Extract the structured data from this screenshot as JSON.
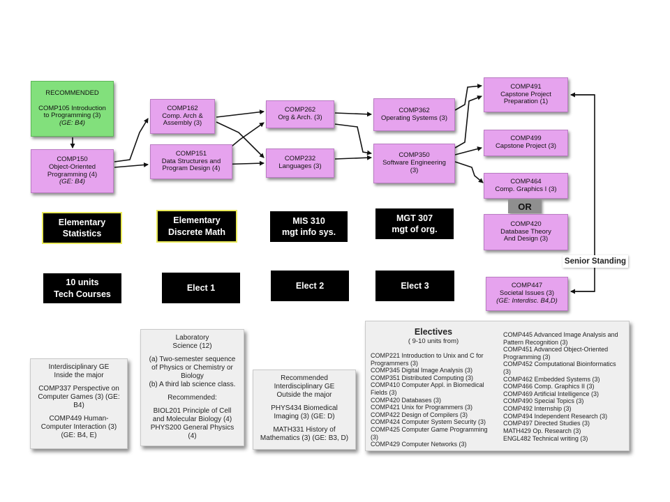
{
  "courses": {
    "recommended": [
      "RECOMMENDED",
      "",
      "COMP105 Introduction",
      "to Programming (3)",
      "(GE: B4)"
    ],
    "comp150": [
      "COMP150",
      "Object-Oriented",
      "Programming (4)",
      "(GE: B4)"
    ],
    "comp162": [
      "COMP162",
      "Comp. Arch &",
      "Assembly (3)"
    ],
    "comp151": [
      "COMP151",
      "Data Structures and",
      "Program Design (4)"
    ],
    "comp262": [
      "COMP262",
      "Org & Arch. (3)"
    ],
    "comp232": [
      "COMP232",
      "Languages (3)"
    ],
    "comp362": [
      "COMP362",
      "Operating Systems  (3)"
    ],
    "comp350": [
      "COMP350",
      "Software Engineering",
      "(3)"
    ],
    "comp491": [
      "COMP491",
      "Capstone Project",
      "Preparation (1)"
    ],
    "comp499": [
      "COMP499",
      "Capstone Project (3)"
    ],
    "comp464": [
      "COMP464",
      "Comp. Graphics I (3)"
    ],
    "comp420": [
      "COMP420",
      "Database Theory",
      "And Design (3)"
    ],
    "comp447": [
      "COMP447",
      "Societal Issues (3)",
      "(GE: Interdisc. B4,D)"
    ]
  },
  "or_label": "OR",
  "senior_standing": "Senior Standing",
  "requirements": {
    "stats": [
      "Elementary",
      "Statistics"
    ],
    "discrete": [
      "Elementary",
      "Discrete Math"
    ],
    "mis": [
      "MIS 310",
      "mgt info sys."
    ],
    "mgt": [
      "MGT 307",
      "mgt of org."
    ],
    "tech": [
      "10 units",
      "Tech Courses"
    ],
    "elect1": "Elect 1",
    "elect2": "Elect 2",
    "elect3": "Elect 3"
  },
  "panels": {
    "interdisc_in": [
      "Interdisciplinary GE",
      "Inside the major",
      "",
      "COMP337 Perspective on",
      "Computer Games (3) (GE:",
      "B4)",
      "",
      "COMP449 Human-",
      "Computer Interaction (3)",
      "(GE: B4, E)"
    ],
    "lab_science": [
      "Laboratory",
      "Science (12)",
      "",
      "(a) Two-semester sequence",
      "of Physics or Chemistry or",
      "Biology",
      "(b) A third lab science class.",
      "",
      "Recommended:",
      "",
      "BIOL201 Principle of Cell",
      "and Molecular Biology (4)",
      "PHYS200 General Physics",
      "(4)"
    ],
    "interdisc_out": [
      "Recommended",
      "Interdisciplinary GE",
      "Outside the major",
      "",
      "PHYS434 Biomedical",
      "Imaging (3)  (GE: D)",
      "",
      "MATH331 History of",
      "Mathematics (3) (GE: B3, D)"
    ]
  },
  "electives": {
    "title": "Electives",
    "subtitle": "( 9-10 units from)",
    "left": [
      "COMP221 Introduction to Unix and C for",
      "Programmers (3)",
      "COMP345 Digital Image Analysis (3)",
      "COMP351 Distributed Computing (3)",
      "COMP410 Computer Appl. in Biomedical",
      "Fields (3)",
      "COMP420 Databases (3)",
      "COMP421 Unix for Programmers (3)",
      "COMP422 Design of Compilers (3)",
      "COMP424 Computer System Security (3)",
      "COMP425 Computer Game Programming",
      "(3)",
      "COMP429 Computer Networks (3)"
    ],
    "right": [
      "COMP445 Advanced Image Analysis and",
      "Pattern Recognition (3)",
      "COMP451 Advanced Object-Oriented",
      "Programming (3)",
      "COMP452 Computational Bioinformatics",
      "(3)",
      "COMP462 Embedded Systems (3)",
      "COMP466 Comp. Graphics II (3)",
      "COMP469 Artificial Intelligence (3)",
      "COMP490 Special Topics (3)",
      "COMP492 Internship (3)",
      "COMP494 Independent Research (3)",
      "COMP497 Directed Studies (3)",
      "MATH429 Op. Research (3)",
      "ENGL482 Technical writing (3)"
    ]
  }
}
